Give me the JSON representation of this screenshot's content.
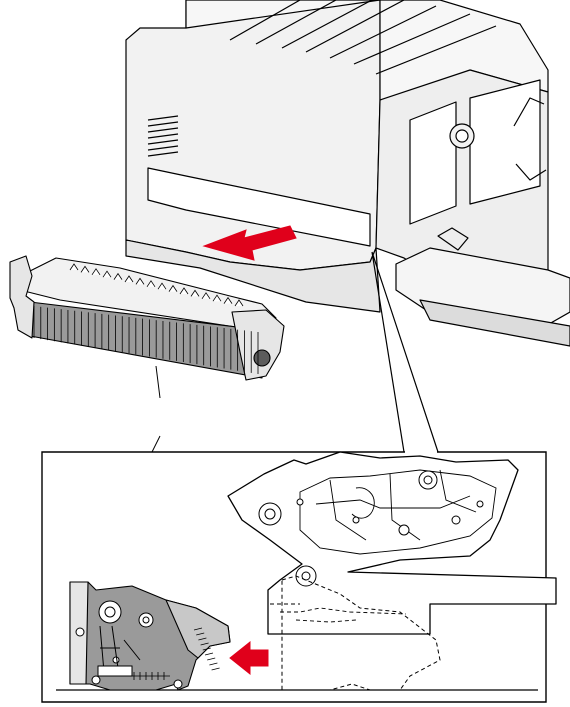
{
  "figure": {
    "caption": "",
    "parts": [
      {
        "id": "printer",
        "icon": "printer-icon"
      },
      {
        "id": "fuser",
        "icon": "fuser-icon"
      },
      {
        "id": "detail-inset",
        "icon": "magnified-detail-icon"
      },
      {
        "id": "removal-arrow",
        "icon": "arrow-left-icon"
      },
      {
        "id": "insertion-arrow",
        "icon": "arrow-left-icon"
      }
    ]
  },
  "colors": {
    "line": "#000000",
    "body_fill": "#f2f2f2",
    "shade": "#9a9a9a",
    "dark_shade": "#5c5c5c",
    "arrow": "#e0001b",
    "background": "#ffffff"
  }
}
